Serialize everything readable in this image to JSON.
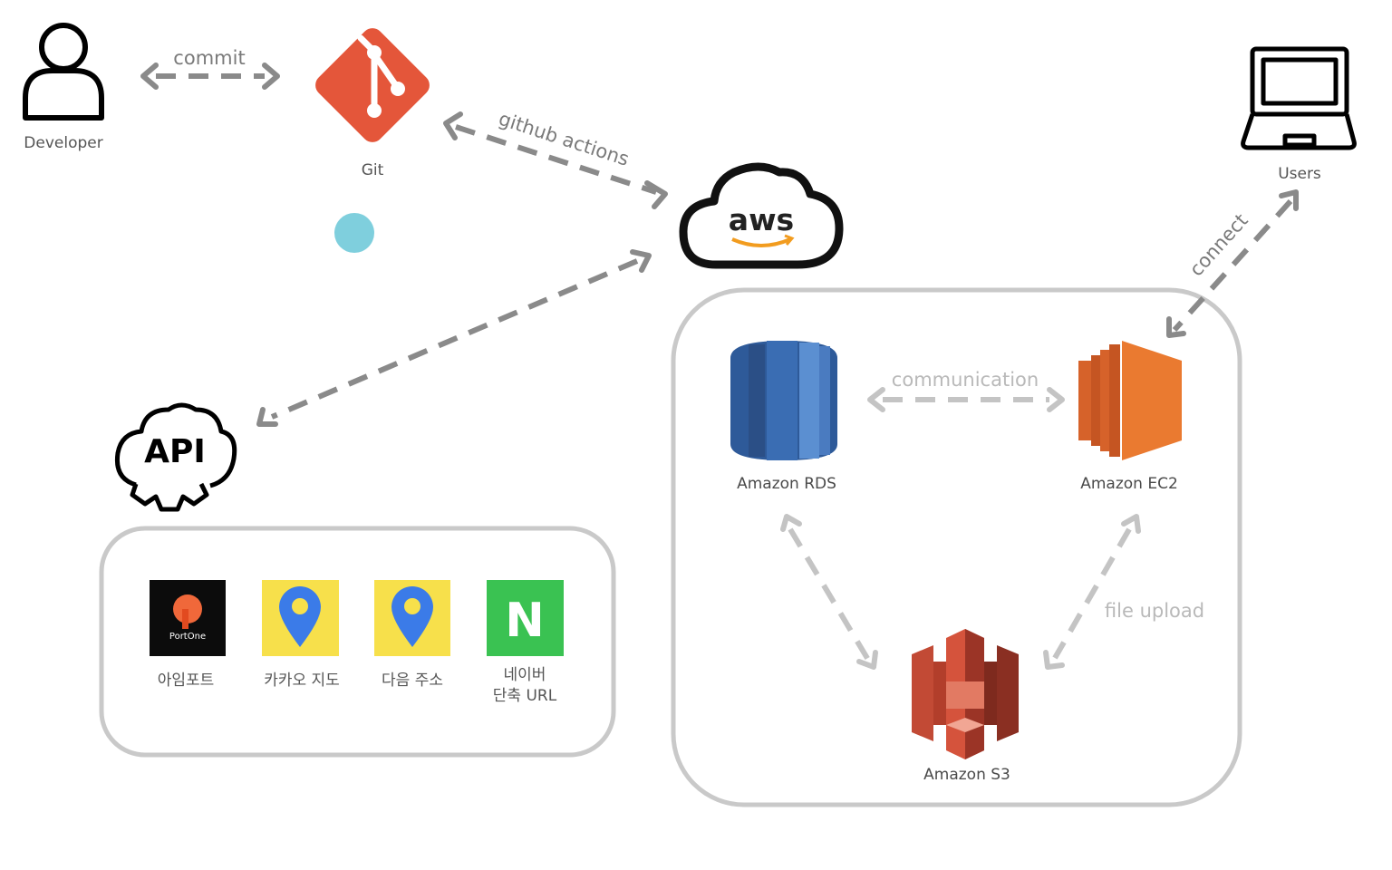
{
  "nodes": {
    "developer": "Developer",
    "git": "Git",
    "users": "Users",
    "rds": "Amazon RDS",
    "ec2": "Amazon EC2",
    "s3": "Amazon S3",
    "aws_logo_text": "aws",
    "api_text": "API"
  },
  "edges": {
    "commit": "commit",
    "github_actions": "github actions",
    "connect": "connect",
    "communication": "communication",
    "file_upload": "file upload"
  },
  "api_services": [
    {
      "label": "아임포트",
      "logo_text": "PortOne",
      "logo_bg": "#0c0c0c"
    },
    {
      "label": "카카오 지도",
      "logo_bg": "#f7e04b",
      "pin_color": "#3b7be8"
    },
    {
      "label": "다음 주소",
      "logo_bg": "#f7e04b",
      "pin_color": "#3b7be8"
    },
    {
      "label_line1": "네이버",
      "label_line2": "단축 URL",
      "logo_text": "N",
      "logo_bg": "#3ac252"
    }
  ],
  "colors": {
    "git": "#e4563a",
    "rds_blue": "#3a6db3",
    "ec2_orange": "#ea7a30",
    "s3_red": "#d5533c",
    "aws_smile": "#f29c1f",
    "dot": "#7fcfdd"
  }
}
